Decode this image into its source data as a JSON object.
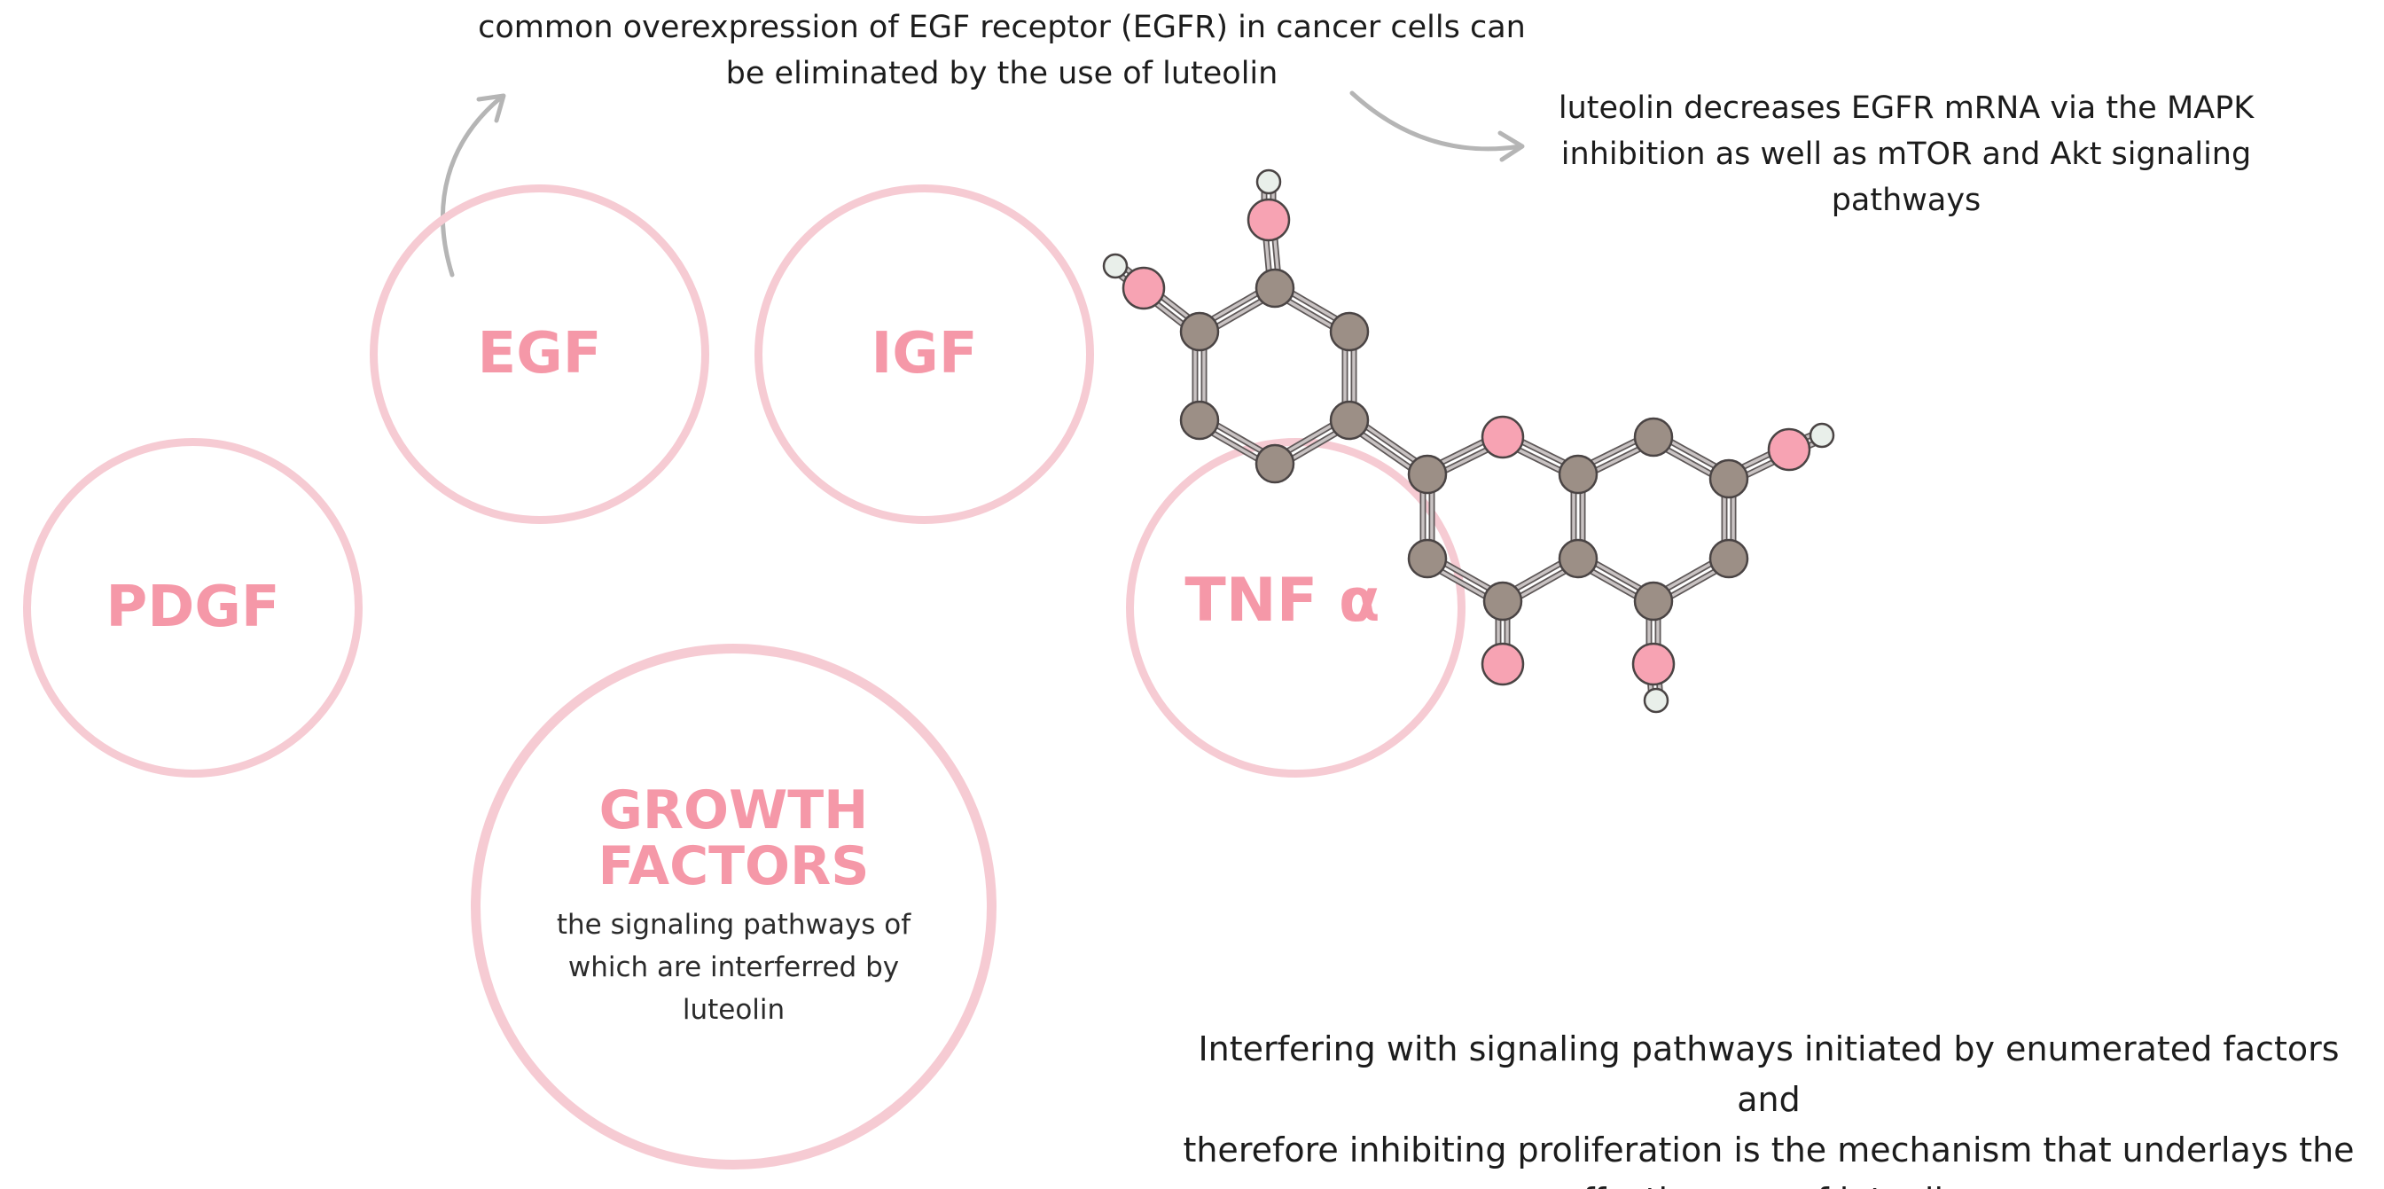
{
  "circles": {
    "egf": "EGF",
    "igf": "IGF",
    "pdgf": "PDGF",
    "tnf": "TNF α",
    "growth_line1": "GROWTH",
    "growth_line2": "FACTORS",
    "growth_caption": "the signaling pathways of which are interferred by luteolin"
  },
  "notes": {
    "egfr_line1": "common overexpression of EGF receptor (EGFR) in cancer cells can",
    "egfr_line2": "be eliminated by the use of luteolin",
    "mapk_line1": "luteolin decreases EGFR mRNA via the MAPK",
    "mapk_line2": "inhibition as well as mTOR and Akt signaling",
    "mapk_line3": "pathways",
    "summary_line1": "Interfering with signaling pathways initiated by enumerated factors and",
    "summary_line2": "therefore inhibiting proliferation is the mechanism that underlays the",
    "summary_line3": "effectiveness of luteolin."
  },
  "colors": {
    "circle_border": "#f6cbd3",
    "label": "#f598a8",
    "carbon": "#9c8f86",
    "oxygen": "#f7a3b3",
    "hydrogen": "#e9efea",
    "bond": "#c9c3c3"
  },
  "molecule_atoms": {
    "carbon": "carbon-atom",
    "oxygen": "oxygen-atom",
    "hydrogen": "hydrogen-atom"
  }
}
